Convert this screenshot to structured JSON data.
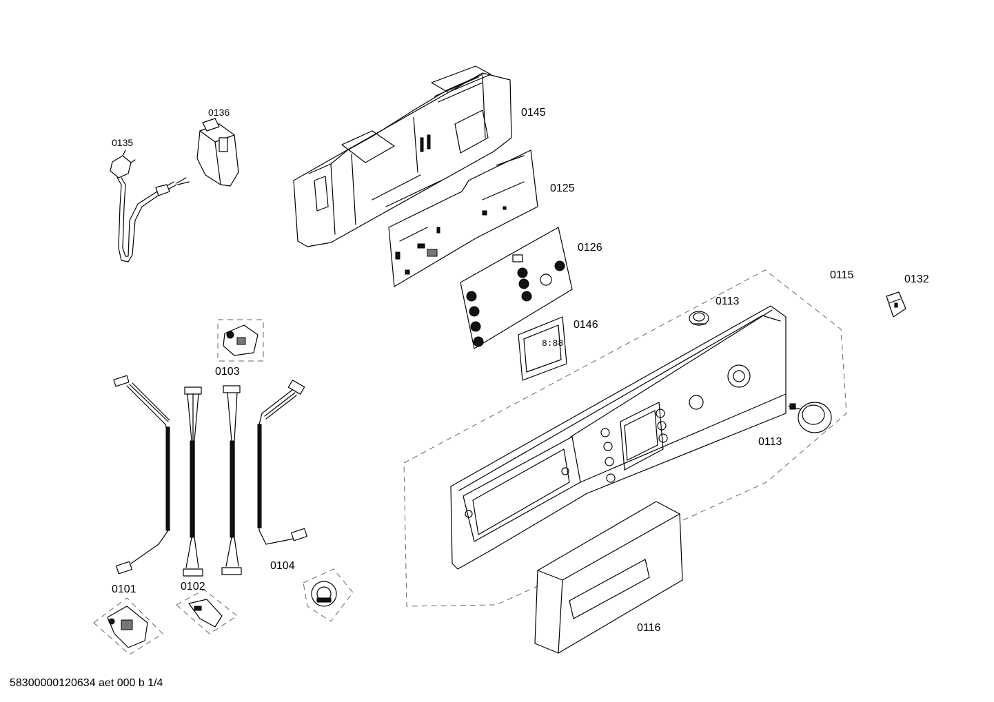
{
  "labels": {
    "p0135": "0135",
    "p0136": "0136",
    "p0145": "0145",
    "p0125": "0125",
    "p0126": "0126",
    "p0115": "0115",
    "p0132": "0132",
    "p0113_top": "0113",
    "p0146": "0146",
    "p0113_knob": "0113",
    "p0103": "0103",
    "p0101": "0101",
    "p0102": "0102",
    "p0104": "0104",
    "p0116": "0116"
  },
  "footer": "58300000120634 aet 000 b 1/4"
}
